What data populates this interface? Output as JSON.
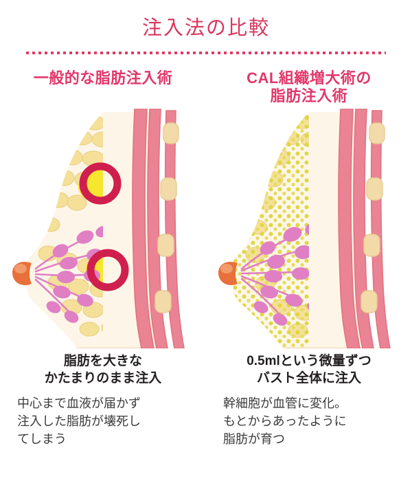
{
  "page": {
    "title": "注入法の比較",
    "background_color": "#ffffff",
    "accent_color": "#e2376a",
    "title_color": "#d9365e",
    "divider_color": "#e23a66"
  },
  "columns": [
    {
      "id": "conventional",
      "heading_line1": "一般的な脂肪注入術",
      "heading_line2": "",
      "figure": {
        "name": "breast-cross-section-lump-injection",
        "nipple_color": "#e8703a",
        "skin_color": "#fbf0dc",
        "fat_color": "#f5e09a",
        "injected_fat_color": "#f7e62e",
        "gland_color": "#e07fc4",
        "muscle_color": "#ea8494",
        "rib_color": "#f2dba8",
        "marker_color": "#cf1f4e",
        "marker_count": 2,
        "fat_pattern": "large-lumps"
      },
      "caption_line1": "脂肪を大きな",
      "caption_line2": "かたまりのまま注入",
      "body_lines": [
        "中心まで血液が届かず",
        "注入した脂肪が壊死し",
        "てしまう"
      ]
    },
    {
      "id": "cal",
      "heading_line1": "CAL組織増大術の",
      "heading_line2": "脂肪注入術",
      "figure": {
        "name": "breast-cross-section-micro-injection",
        "nipple_color": "#e8703a",
        "skin_color": "#fbf0dc",
        "fat_color": "#f5e09a",
        "injected_fat_color": "#ddd63a",
        "gland_color": "#e07fc4",
        "muscle_color": "#ea8494",
        "rib_color": "#f2dba8",
        "marker_color": "#cf1f4e",
        "marker_count": 0,
        "fat_pattern": "fine-droplets"
      },
      "caption_line1": "0.5mlという微量ずつ",
      "caption_line2": "バスト全体に注入",
      "body_lines": [
        "幹細胞が血管に変化。",
        "もとからあったように",
        "脂肪が育つ"
      ]
    }
  ]
}
